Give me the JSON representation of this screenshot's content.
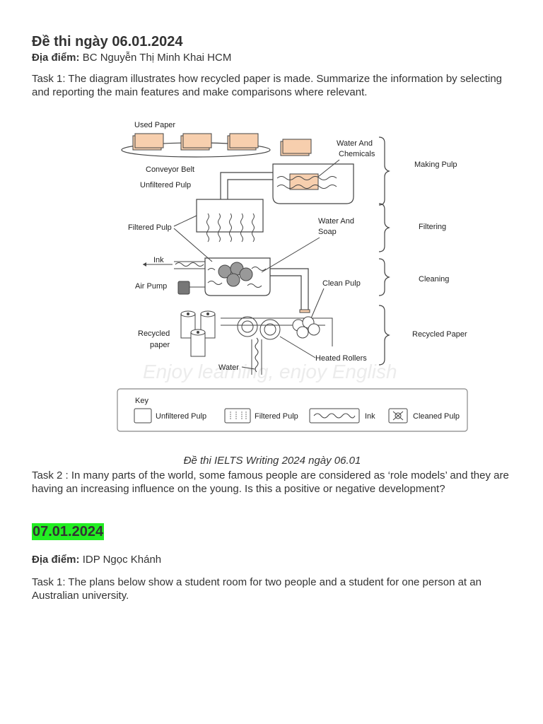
{
  "exam1": {
    "title": "Đề thi ngày 06.01.2024",
    "location_label": "Địa điểm:",
    "location": "BC Nguyễn Thị Minh Khai HCM",
    "task1": "Task 1: The diagram illustrates how recycled paper is made. Summarize the information by selecting and reporting the main features and make comparisons where relevant.",
    "caption": "Đề thi IELTS Writing 2024 ngày 06.01",
    "task2": "Task 2 : In many parts of the world, some famous people are considered as ‘role models’ and they are having an increasing influence on the young. Is this a positive or negative development?"
  },
  "diagram": {
    "labels": {
      "used_paper": "Used Paper",
      "water_chemicals_1": "Water And",
      "water_chemicals_2": "Chemicals",
      "conveyor_belt": "Conveyor Belt",
      "unfiltered_pulp": "Unfiltered Pulp",
      "filtered_pulp": "Filtered Pulp",
      "water_soap_1": "Water And",
      "water_soap_2": "Soap",
      "ink": "Ink",
      "air_pump": "Air Pump",
      "clean_pulp": "Clean Pulp",
      "recycled_1": "Recycled",
      "recycled_2": "paper",
      "heated_rollers": "Heated Rollers",
      "water": "Water"
    },
    "stages": [
      "Making Pulp",
      "Filtering",
      "Cleaning",
      "Recycled Paper"
    ],
    "key": {
      "title": "Key",
      "items": [
        "Unfiltered Pulp",
        "Filtered Pulp",
        "Ink",
        "Cleaned Pulp"
      ]
    },
    "watermark": "Enjoy learning, enjoy English"
  },
  "exam2": {
    "date": "07.01.2024",
    "location_label": "Địa điểm:",
    "location": "IDP Ngọc Khánh",
    "task1": "Task 1: The plans below show a student room for two people and a student for one person at an Australian university."
  },
  "colors": {
    "highlight": "#22ee22",
    "paper_fill": "#f7cfae"
  }
}
